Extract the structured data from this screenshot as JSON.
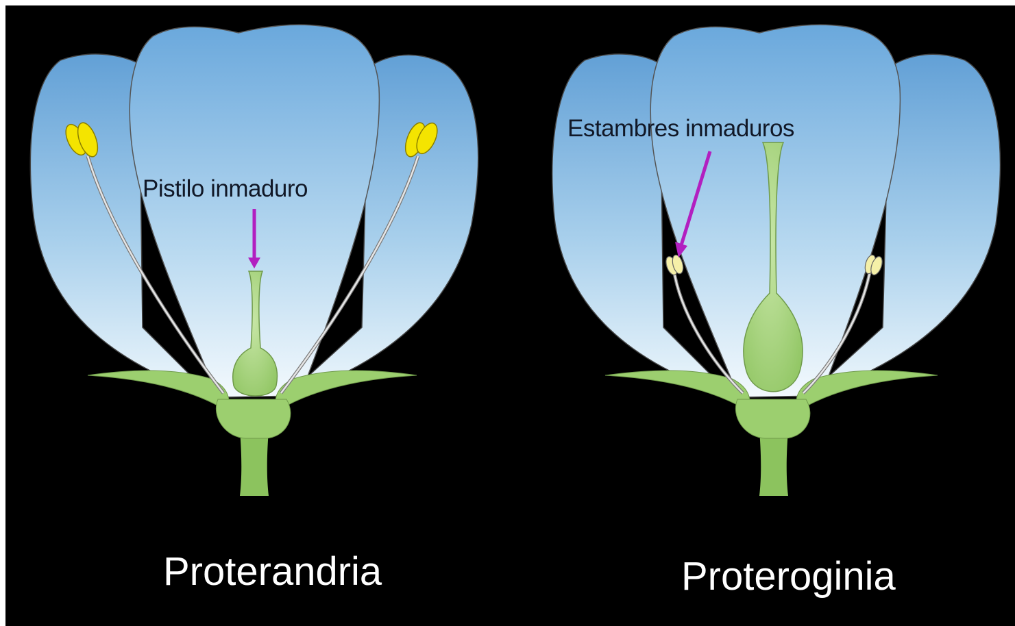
{
  "colors": {
    "background": "#000000",
    "petal_top": "#6aa5d8",
    "petal_bottom": "#e8f4fb",
    "green": "#9ccf6f",
    "anther": "#f4e400",
    "immature_anther": "#f5f0a8",
    "arrow": "#b21fc0"
  },
  "left_flower": {
    "caption": "Proterandria",
    "annotation": "Pistilo inmaduro"
  },
  "right_flower": {
    "caption": "Proteroginia",
    "annotation": "Estambres inmaduros"
  }
}
